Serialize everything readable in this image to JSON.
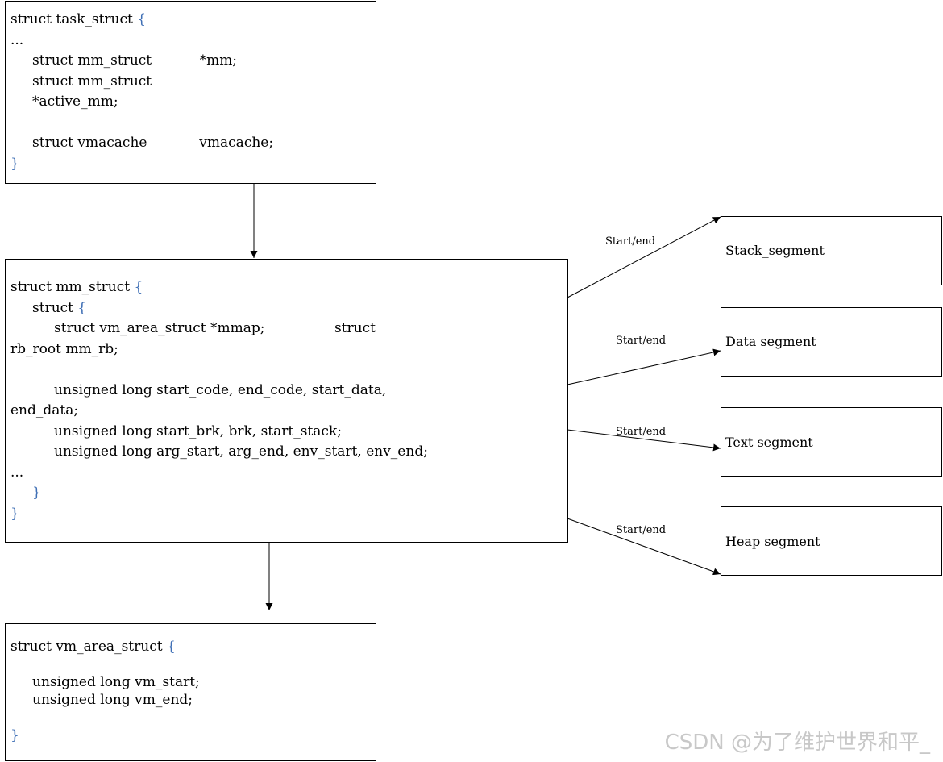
{
  "task_struct": {
    "lines": [
      [
        "struct task_struct ",
        "{"
      ],
      [
        "...",
        ""
      ],
      [
        "     struct mm_struct           *mm;",
        ""
      ],
      [
        "     struct mm_struct",
        ""
      ],
      [
        "     *active_mm;",
        ""
      ],
      [
        "",
        ""
      ],
      [
        "     struct vmacache            vmacache;",
        ""
      ],
      [
        "",
        "}"
      ]
    ]
  },
  "mm_struct": {
    "lines": [
      [
        "struct mm_struct ",
        "{"
      ],
      [
        "     struct ",
        "{"
      ],
      [
        "          struct vm_area_struct *mmap;                struct",
        ""
      ],
      [
        "rb_root mm_rb;",
        ""
      ],
      [
        "",
        ""
      ],
      [
        "          unsigned long start_code, end_code, start_data,",
        ""
      ],
      [
        "end_data;",
        ""
      ],
      [
        "          unsigned long start_brk, brk, start_stack;",
        ""
      ],
      [
        "          unsigned long arg_start, arg_end, env_start, env_end;",
        ""
      ],
      [
        "...",
        ""
      ],
      [
        "     ",
        "}"
      ],
      [
        "",
        "}"
      ]
    ]
  },
  "vm_area_struct": {
    "lines": [
      [
        "struct vm_area_struct ",
        "{"
      ],
      [
        "",
        ""
      ],
      [
        "     unsigned long vm_start;",
        ""
      ],
      [
        "     unsigned long vm_end;",
        ""
      ],
      [
        "",
        ""
      ],
      [
        "",
        "}"
      ]
    ]
  },
  "segments": {
    "stack": "Stack_segment",
    "data": "Data segment",
    "text": "Text segment",
    "heap": "Heap segment"
  },
  "edge_labels": {
    "stack": "Start/end",
    "data": "Start/end",
    "text": "Start/end",
    "heap": "Start/end"
  },
  "watermark": "CSDN @为了维护世界和平_"
}
